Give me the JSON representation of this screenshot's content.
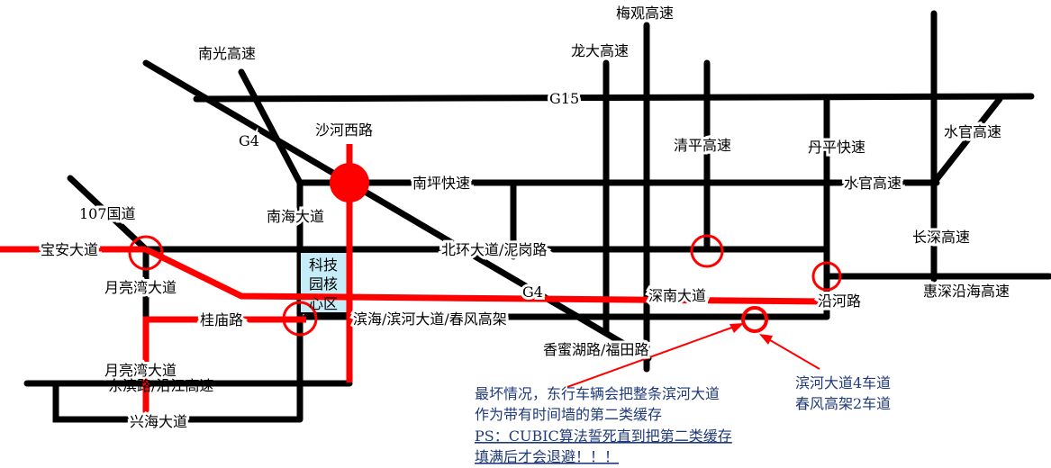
{
  "roads": {
    "g15": "G15",
    "g4_a": "G4",
    "g4_b": "G4",
    "nanguang": "南光高速",
    "meiguan": "梅观高速",
    "longda": "龙大高速",
    "shahe_xi": "沙河西路",
    "nanping": "南坪快速",
    "qingping": "清平高速",
    "danping": "丹平快速",
    "shuiguan_a": "水官高速",
    "shuiguan_b": "水官高速",
    "g107": "107国道",
    "nanhai": "南海大道",
    "baoan": "宝安大道",
    "beihuan": "北环大道/泥岗路",
    "changshen": "长深高速",
    "yueliangwan_a": "月亮湾大道",
    "yueliangwan_b": "月亮湾大道",
    "guimiao": "桂庙路",
    "shennan": "深南大道",
    "yanhe": "沿河路",
    "binhai": "滨海/滨河大道/春风高架",
    "huishen": "惠深沿海高速",
    "xiangmihu": "香蜜湖路/福田路",
    "dongbin": "东滨路/沿江高速",
    "xinghai": "兴海大道"
  },
  "park": {
    "line1": "科技",
    "line2": "园核",
    "line3": "心区"
  },
  "notes": {
    "lanes_1": "滨河大道4车道",
    "lanes_2": "春风高架2车道",
    "worst_1": "最坏情况，东行车辆会把整条滨河大道",
    "worst_2": "作为带有时间墙的第二类缓存",
    "ps_1": "PS：CUBIC算法誓死直到把第二类缓存",
    "ps_2": "填满后才会退避！！！"
  },
  "colors": {
    "road": "#000000",
    "route": "#ff0000",
    "park": "#c6ecf7",
    "note": "#1f3a7a"
  }
}
